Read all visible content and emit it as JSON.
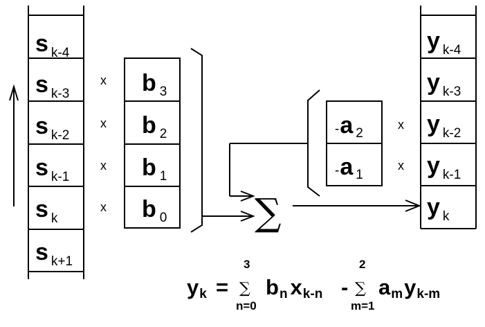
{
  "x_sign": "x",
  "sum_symbol": "∑",
  "s_column": {
    "cells": [
      {
        "main": "s",
        "sub": "k-4"
      },
      {
        "main": "s",
        "sub": "k-3"
      },
      {
        "main": "s",
        "sub": "k-2"
      },
      {
        "main": "s",
        "sub": "k-1"
      },
      {
        "main": "s",
        "sub": "k"
      },
      {
        "main": "s",
        "sub": "k+1"
      }
    ]
  },
  "b_column": {
    "cells": [
      {
        "main": "b",
        "sub": "3"
      },
      {
        "main": "b",
        "sub": "2"
      },
      {
        "main": "b",
        "sub": "1"
      },
      {
        "main": "b",
        "sub": "0"
      }
    ]
  },
  "a_column": {
    "cells": [
      {
        "prefix": "-",
        "main": "a",
        "sub": "2"
      },
      {
        "prefix": "-",
        "main": "a",
        "sub": "1"
      }
    ]
  },
  "y_column": {
    "cells": [
      {
        "main": "y",
        "sub": "k-4"
      },
      {
        "main": "y",
        "sub": "k-3"
      },
      {
        "main": "y",
        "sub": "k-2"
      },
      {
        "main": "y",
        "sub": "k-1"
      },
      {
        "main": "y",
        "sub": "k"
      }
    ]
  },
  "equation": {
    "lhs": "y",
    "lhs_sub": "k",
    "equals": "=",
    "sum1_symbol": "∑",
    "sum1_upper": "3",
    "sum1_lower": "n=0",
    "term1_coef": "b",
    "term1_coef_sub": "n",
    "term1_var": "x",
    "term1_var_sub": "k-n",
    "minus": "-",
    "sum2_symbol": "∑",
    "sum2_upper": "2",
    "sum2_lower": "m=1",
    "term2_coef": "a",
    "term2_coef_sub": "m",
    "term2_var": "y",
    "term2_var_sub": "k-m"
  }
}
